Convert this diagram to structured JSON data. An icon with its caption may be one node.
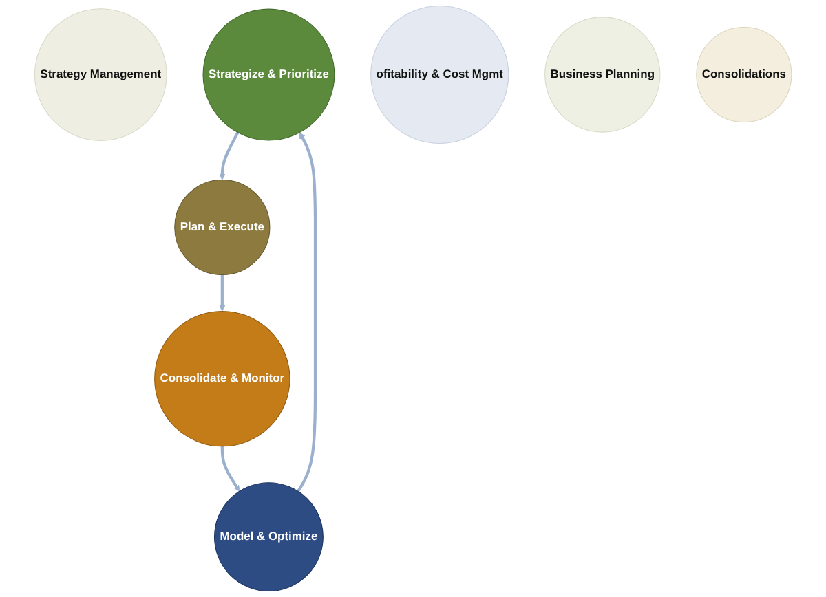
{
  "diagram": {
    "nodes": [
      {
        "text": [
          "Strategy Management"
        ]
      },
      {
        "text": [
          "Strategize & Prioritize"
        ]
      },
      {
        "text": [
          "ofitability & Cost Mgmt"
        ]
      },
      {
        "text": [
          "Model & Optimize"
        ]
      },
      {
        "text": [
          "Plan & Execute"
        ]
      },
      {
        "text": [
          "Business Planning"
        ]
      },
      {
        "text": [
          "Consolidate & Monitor"
        ]
      },
      {
        "text": [
          "Consolidations"
        ]
      }
    ],
    "edges": [
      {
        "from": 1,
        "to": 4,
        "arrow": "to"
      },
      {
        "from": 4,
        "to": 6,
        "arrow": "to"
      },
      {
        "from": 6,
        "to": 3,
        "arrow": "to"
      },
      {
        "from": 3,
        "to": 1,
        "arrow": "to"
      }
    ]
  }
}
